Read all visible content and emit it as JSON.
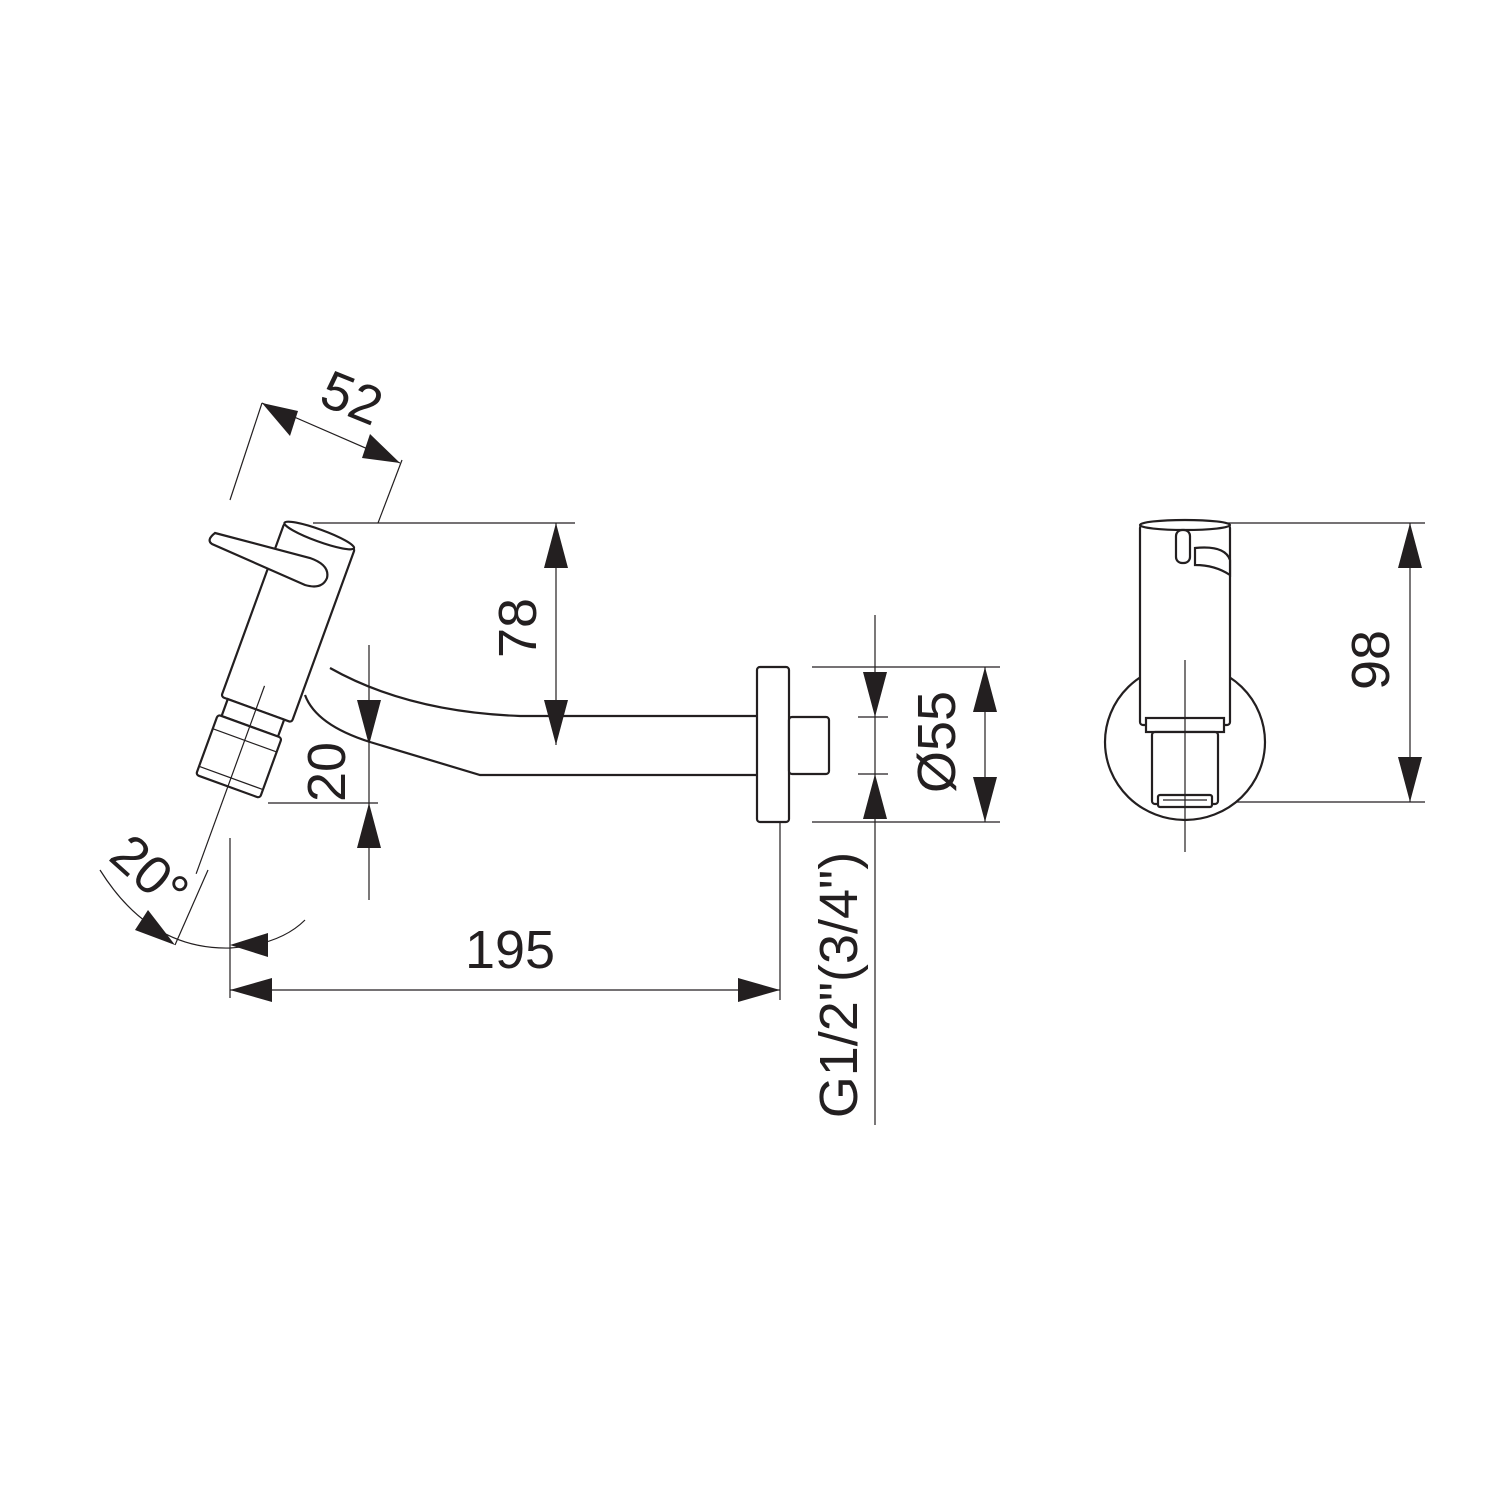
{
  "dimensions": {
    "handle_width": "52",
    "height_78": "78",
    "spout_offset": "20",
    "angle": "20°",
    "length": "195",
    "rosette_diameter": "Ø55",
    "thread": "G1/2\"(3/4\")",
    "total_height": "98"
  },
  "colors": {
    "line": "#231f20",
    "background": "#ffffff"
  }
}
